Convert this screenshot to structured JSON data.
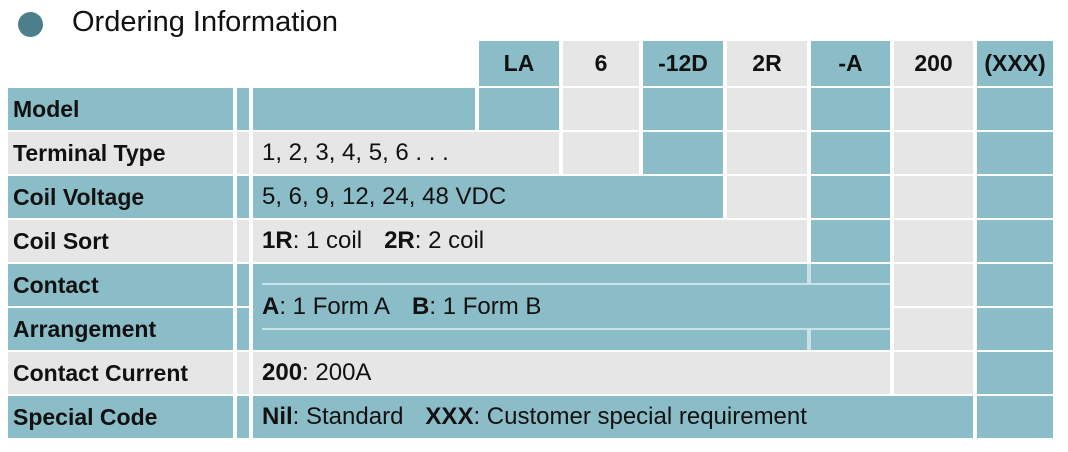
{
  "title": "Ordering Information",
  "colors": {
    "teal": "#8BBDC9",
    "gray": "#E6E6E6",
    "bullet": "#4C7E8C",
    "text": "#111111"
  },
  "header": {
    "codes": [
      "LA",
      "6",
      "-12D",
      "2R",
      "-A",
      "200",
      "(XXX)"
    ]
  },
  "rows": {
    "model": {
      "label": "Model"
    },
    "terminal_type": {
      "label": "Terminal Type",
      "value": "1, 2, 3, 4, 5, 6 . . ."
    },
    "coil_voltage": {
      "label": "Coil Voltage",
      "value": "5, 6, 9, 12, 24, 48 VDC"
    },
    "coil_sort": {
      "label": "Coil Sort",
      "code1": "1R",
      "desc1": ": 1 coil",
      "code2": "2R",
      "desc2": ": 2 coil"
    },
    "contact_arrangement": {
      "label_line1": "Contact",
      "label_line2": "Arrangement",
      "code1": "A",
      "desc1": ": 1 Form A",
      "code2": "B",
      "desc2": ": 1 Form B"
    },
    "contact_current": {
      "label": "Contact Current",
      "code1": "200",
      "desc1": ": 200A"
    },
    "special_code": {
      "label": "Special Code",
      "code1": "Nil",
      "desc1": ": Standard",
      "code2": "XXX",
      "desc2": ": Customer special requirement"
    }
  }
}
